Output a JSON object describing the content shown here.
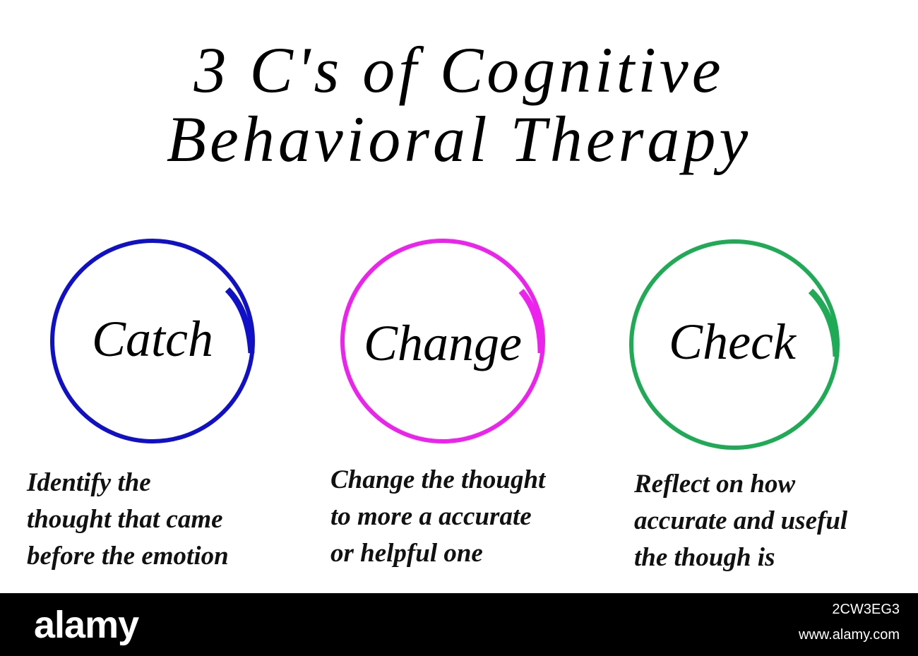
{
  "title": {
    "line1": "3 C's of Cognitive",
    "line2": "Behavioral Therapy"
  },
  "steps": [
    {
      "label": "Catch",
      "color": "#1010c8",
      "description": [
        "Identify the",
        "thought that came",
        "before the emotion"
      ]
    },
    {
      "label": "Change",
      "color": "#ee22ee",
      "description": [
        "Change the thought",
        "to more a accurate",
        "or helpful one"
      ]
    },
    {
      "label": "Check",
      "color": "#1faa55",
      "description": [
        "Reflect on how",
        "accurate and useful",
        "the though is"
      ]
    }
  ],
  "footer": {
    "logo": "alamy",
    "image_id": "2CW3EG3",
    "site": "www.alamy.com"
  }
}
